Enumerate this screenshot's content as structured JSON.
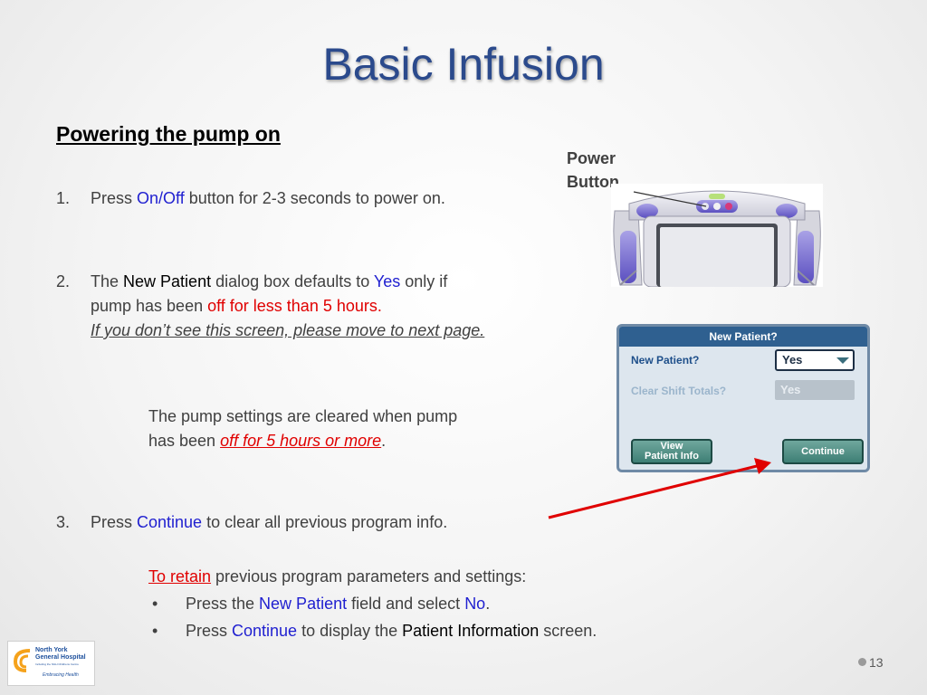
{
  "slide": {
    "title": "Basic Infusion",
    "heading": "Powering the pump on",
    "step1": {
      "num": "1.",
      "t1": "Press ",
      "t2": "On/Off",
      "t3": " button for 2-3 seconds to power on."
    },
    "step2": {
      "num": "2.",
      "t1": "The ",
      "t2": "New Patient",
      "t3": " dialog box defaults to ",
      "t4": "Yes",
      "t5": " only if",
      "line2a": "pump has been ",
      "line2b": "off for less than 5 hours",
      "line2c": ".",
      "note": "If you don’t see this screen, please move to next page."
    },
    "cleared": {
      "line1": "The pump settings are cleared when pump",
      "line2a": "has been ",
      "line2b": "off for 5 hours or more",
      "line2c": "."
    },
    "step3": {
      "num": "3.",
      "t1": "Press ",
      "t2": "Continue",
      "t3": " to clear all previous program info."
    },
    "retain": {
      "t1": "To retain",
      "t2": " previous program parameters and settings:"
    },
    "bullets": [
      {
        "mark": "•",
        "t1": "Press the ",
        "t2": "New Patient",
        "t3": " field and select ",
        "t4": "No",
        "t5": "."
      },
      {
        "mark": "•",
        "t1": "Press ",
        "t2": "Continue",
        "t3": " to display the ",
        "t4": "Patient Information",
        "t5": " screen."
      }
    ],
    "power_label_line1": "Power",
    "power_label_line2": "Button",
    "page_number": "13"
  },
  "dialog": {
    "title": "New Patient?",
    "field1_label": "New Patient?",
    "field1_value": "Yes",
    "field2_label": "Clear Shift Totals?",
    "field2_value": "Yes",
    "btn_view_line1": "View",
    "btn_view_line2": "Patient Info",
    "btn_continue": "Continue"
  },
  "logo": {
    "line1": "North York",
    "line2": "General Hospital",
    "line3": "Including the NGH Childrens Centre",
    "tagline": "Embracing Health"
  },
  "colors": {
    "title": "#2b4a8c",
    "keyword_blue": "#1f1fd0",
    "keyword_red": "#e00000",
    "arrow": "#e00000"
  }
}
